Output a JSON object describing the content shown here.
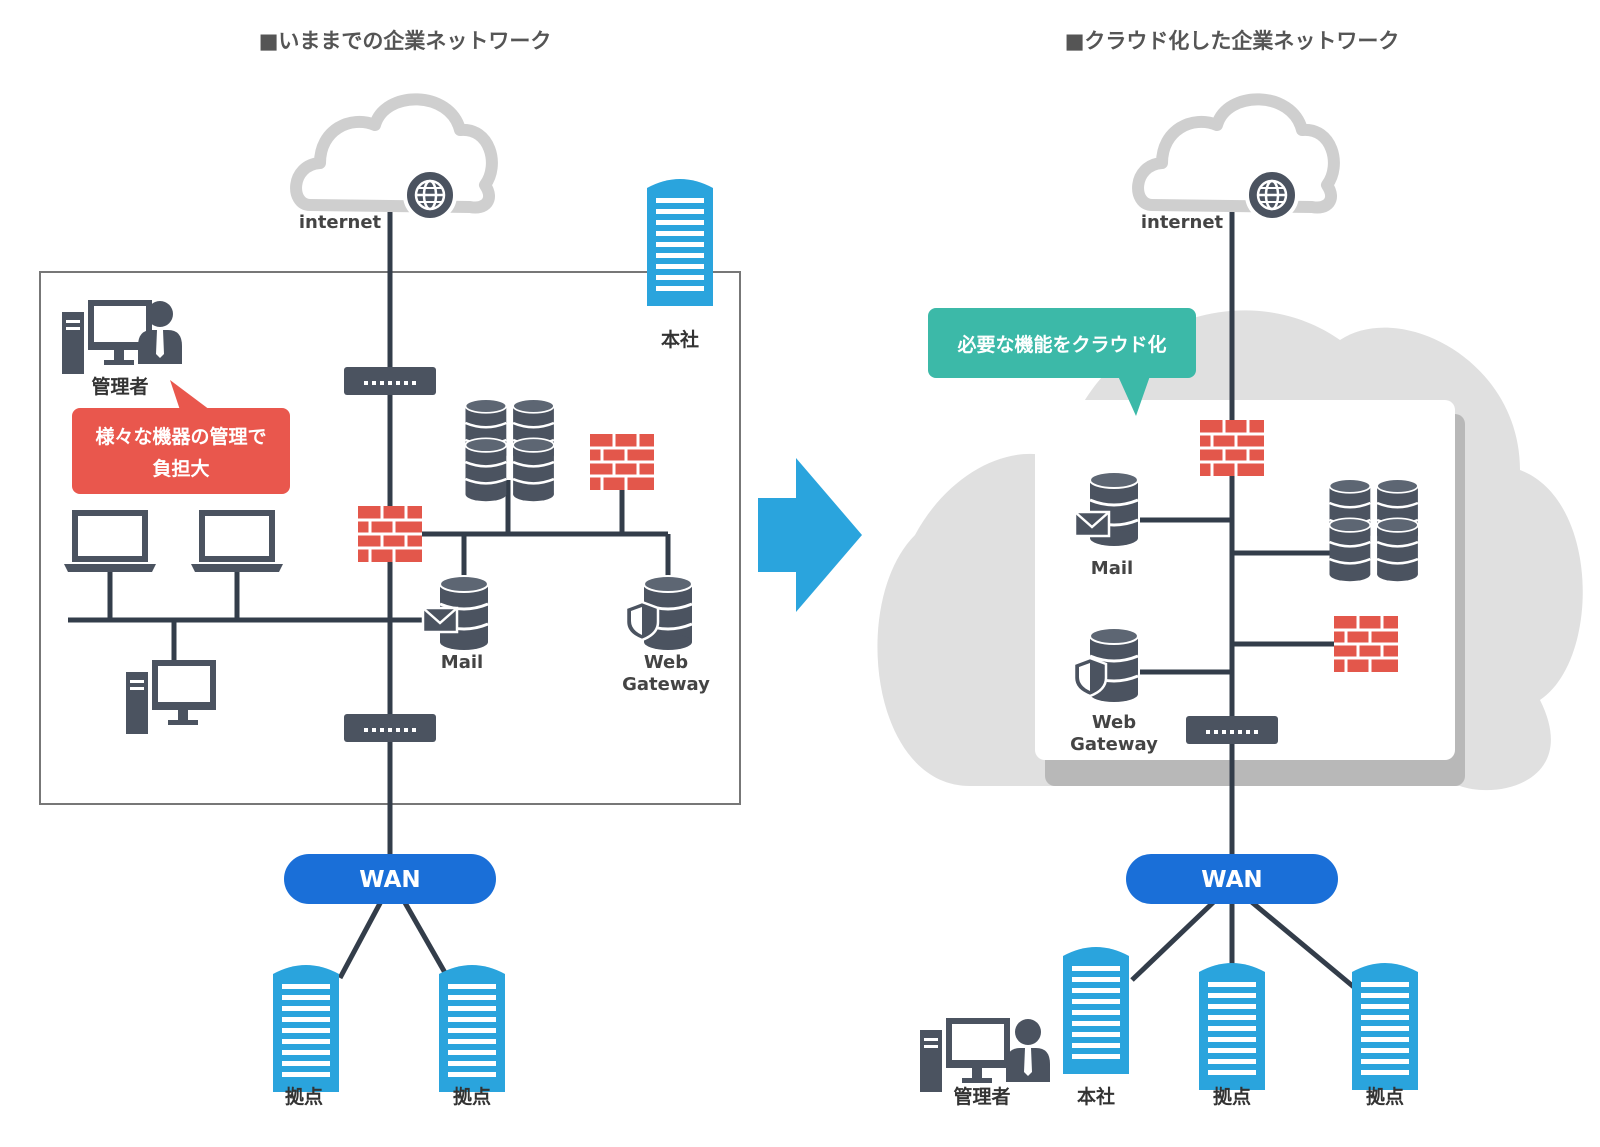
{
  "titles": {
    "left": "■いままでの企業ネットワーク",
    "right": "■クラウド化した企業ネットワーク"
  },
  "labels": {
    "internet": "internet",
    "wan": "WAN",
    "headquarters": "本社",
    "admin": "管理者",
    "mail": "Mail",
    "web": "Web",
    "gateway": "Gateway",
    "branch": "拠点"
  },
  "callouts": {
    "left_line1": "様々な機器の管理で",
    "left_line2": "負担大",
    "right": "必要な機能をクラウド化"
  },
  "icons": [
    "cloud-icon",
    "globe-icon",
    "building-icon",
    "switch-icon",
    "firewall-icon",
    "server-icon",
    "mail-server-icon",
    "web-gateway-icon",
    "laptop-icon",
    "desktop-icon",
    "admin-user-icon",
    "arrow-right-icon"
  ],
  "colors": {
    "building": "#2aa4dd",
    "firewall": "#e3574b",
    "wan": "#1a6fd8",
    "callout_left": "#e9574d",
    "callout_right": "#3cb9a8",
    "arrow": "#2aa4dd",
    "line": "#333d4a",
    "device": "#4b5360",
    "cloud_bg": "#e0e0e0"
  }
}
